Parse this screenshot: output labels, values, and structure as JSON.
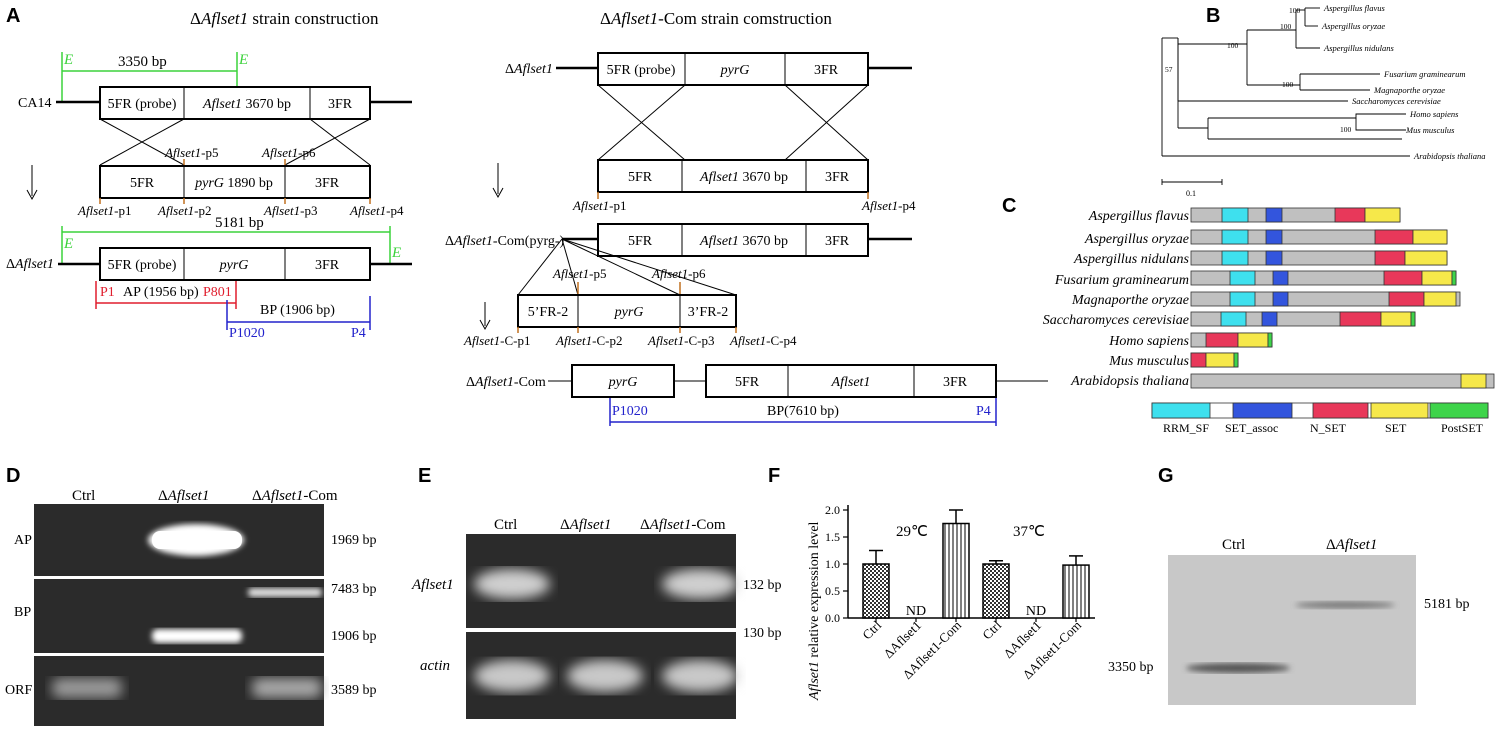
{
  "panels": {
    "A": "A",
    "B": "B",
    "C": "C",
    "D": "D",
    "E": "E",
    "F": "F",
    "G": "G"
  },
  "panelA": {
    "left_title_pre": "Δ",
    "left_title_italic": "Aflset1",
    "left_title_post": " strain construction",
    "right_title_pre": "Δ",
    "right_title_italic": "Aflset1",
    "right_title_post": "-Com strain comstruction",
    "e": "E",
    "bp3350": "3350 bp",
    "bp5181": "5181 bp",
    "ca14": "CA14",
    "delta": "Δ",
    "aflset1": "Aflset1",
    "fr5_probe": "5FR (probe)",
    "fr5": "5FR",
    "fr3": "3FR",
    "gene_size": " 3670 bp",
    "pyrg": "pyrG",
    "pyrg_size": " 1890 bp",
    "p1": "-p1",
    "p2": "-p2",
    "p3": "-p3",
    "p4": "-p4",
    "p5": "-p5",
    "p6": "-p6",
    "P1": "P1",
    "P801": "P801",
    "P1020": "P1020",
    "P4": "P4",
    "ap": "AP (1956 bp)",
    "bp": "BP (1906 bp)",
    "com_pyrg": "-Com(pyrg-)",
    "fr5_2": "5’FR-2",
    "fr3_2": "3’FR-2",
    "cp1": "-C-p1",
    "cp2": "-C-p2",
    "cp3": "-C-p3",
    "cp4": "-C-p4",
    "com": "-Com",
    "bp7610": "BP(7610 bp)"
  },
  "panelB": {
    "taxa": [
      "Aspergillus flavus",
      "Aspergillus oryzae",
      "Aspergillus nidulans",
      "Fusarium graminearum",
      "Magnaporthe oryzae",
      "Saccharomyces cerevisiae",
      "Homo sapiens",
      "Mus musculus",
      "Arabidopsis thaliana"
    ],
    "bootstrap": [
      "100",
      "100",
      "100",
      "100",
      "57",
      "100"
    ],
    "scale": "0.1"
  },
  "panelC": {
    "species": [
      "Aspergillus flavus",
      "Aspergillus oryzae",
      "Aspergillus nidulans",
      "Fusarium graminearum",
      "Magnaporthe oryzae",
      "Saccharomyces cerevisiae",
      "Homo sapiens",
      "Mus musculus",
      "Arabidopsis thaliana"
    ],
    "legend": [
      "RRM_SF",
      "SET_assoc",
      "N_SET",
      "SET",
      "PostSET"
    ],
    "colors": {
      "RRM_SF": "#3ee0ee",
      "SET_assoc": "#3355dd",
      "N_SET": "#e8385a",
      "SET": "#f6e84a",
      "PostSET": "#3ed44a",
      "backbone": "#c0c0c0"
    }
  },
  "panelD": {
    "cols": [
      "Ctrl",
      "Δ",
      "Aflset1",
      "-Com"
    ],
    "rows": [
      "AP",
      "BP",
      "ORF"
    ],
    "sizes": [
      "1969 bp",
      "7483 bp",
      "1906 bp",
      "3589 bp"
    ]
  },
  "panelE": {
    "cols": [
      "Ctrl"
    ],
    "rows": [
      "Aflset1",
      "actin"
    ],
    "sizes": [
      "132 bp",
      "130 bp"
    ]
  },
  "panelF": {
    "ylabel_italic": "Aflset1",
    "ylabel_rest": " relative expression level",
    "temps": [
      "29℃",
      "37℃"
    ],
    "nd": "ND",
    "yticks": [
      "0.0",
      "0.5",
      "1.0",
      "1.5",
      "2.0"
    ],
    "xlabels": [
      "Ctrl",
      "ΔAflset1",
      "ΔAflset1-Com",
      "Ctrl",
      "ΔAflset1",
      "ΔAflset1-Com"
    ]
  },
  "panelG": {
    "cols": [
      "Ctrl"
    ],
    "sizes": [
      "5181 bp",
      "3350 bp"
    ]
  },
  "chart_data": {
    "type": "bar",
    "ylabel": "Aflset1 relative expression level",
    "ylim": [
      0,
      2.0
    ],
    "categories": [
      "Ctrl",
      "ΔAflset1",
      "ΔAflset1-Com",
      "Ctrl",
      "ΔAflset1",
      "ΔAflset1-Com"
    ],
    "groups": [
      "29℃",
      "29℃",
      "29℃",
      "37℃",
      "37℃",
      "37℃"
    ],
    "values": [
      1.0,
      0,
      1.75,
      1.0,
      0,
      0.98
    ],
    "errors": [
      0.25,
      0,
      0.25,
      0.06,
      0,
      0.17
    ],
    "patterns": [
      "crosshatch",
      "none",
      "vertical",
      "crosshatch",
      "none",
      "vertical"
    ]
  }
}
